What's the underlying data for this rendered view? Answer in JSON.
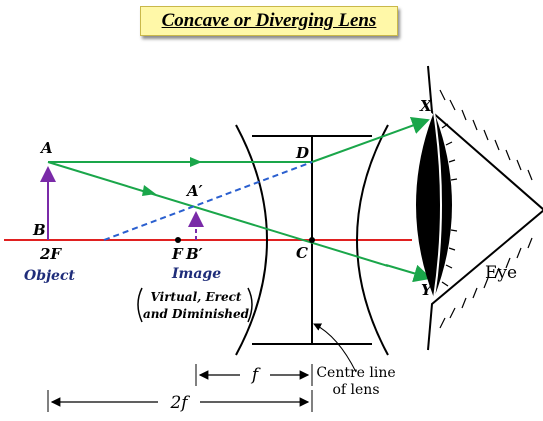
{
  "title": "Concave or Diverging Lens",
  "points": {
    "A": "A",
    "B": "B",
    "two_f": "2F",
    "a_prime": "A′",
    "f_point": "F",
    "b_prime": "B′",
    "c": "C",
    "d": "D",
    "x": "X",
    "y": "Y"
  },
  "labels": {
    "object": "Object",
    "image": "Image",
    "image_note_line1": "Virtual, Erect",
    "image_note_line2": "and Diminished",
    "eye": "Eye",
    "centre_line_1": "Centre line",
    "centre_line_2": "of lens",
    "focal_length": "f",
    "twice_focal_length": "2f"
  },
  "colors": {
    "principal_axis": "#e02020",
    "rays": "#1aa64a",
    "virtual_ray": "#2a5fcf",
    "object_arrow": "#7a2aa8",
    "dimension": "#000000",
    "title_bg": "#fff8a8",
    "label_blue": "#1f2d7a"
  }
}
